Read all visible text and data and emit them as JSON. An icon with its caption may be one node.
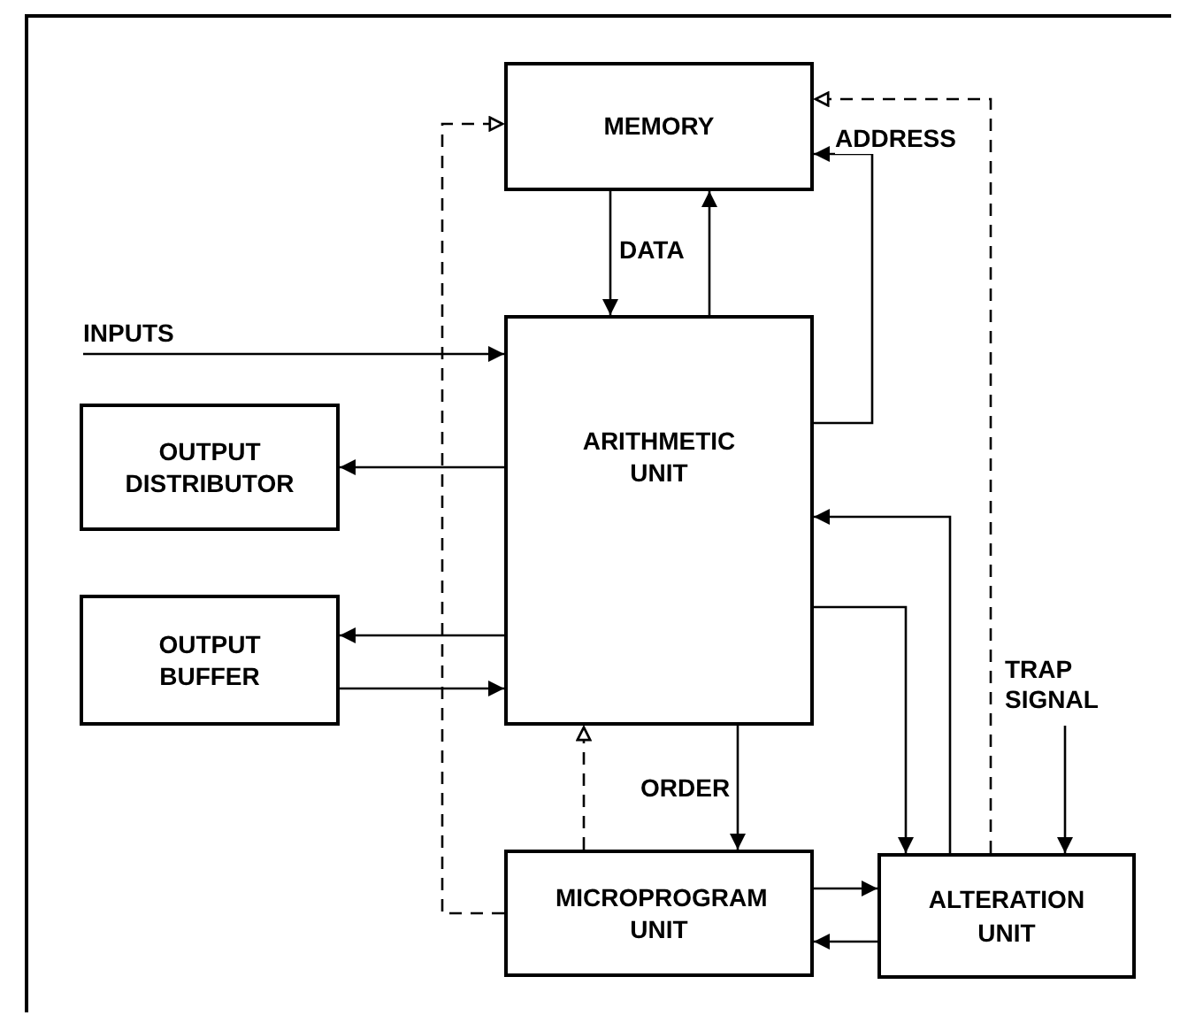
{
  "diagram": {
    "nodes": [
      {
        "text": [
          "MEMORY"
        ]
      },
      {
        "text": [
          "ARITHMETIC UNIT"
        ]
      },
      {
        "text": [
          "OUTPUT DISTRIBUTOR"
        ]
      },
      {
        "text": [
          "OUTPUT BUFFER"
        ]
      },
      {
        "text": [
          "MICROPROGRAM UNIT"
        ]
      },
      {
        "text": [
          "ALTERATION UNIT"
        ]
      }
    ],
    "edges": [
      {
        "from": 0,
        "to": 1,
        "arrow": "to",
        "label": "DATA"
      },
      {
        "from": 1,
        "to": 0,
        "arrow": "to"
      },
      {
        "from": 1,
        "to": 0,
        "arrow": "to",
        "label": "ADDRESS"
      },
      {
        "from": 5,
        "to": 0,
        "arrow": "to",
        "style": "dashed"
      },
      {
        "from": 4,
        "to": 0,
        "arrow": "to",
        "style": "dashed"
      },
      {
        "from": null,
        "to": 1,
        "arrow": "to",
        "label": "INPUTS"
      },
      {
        "from": 1,
        "to": 2,
        "arrow": "to"
      },
      {
        "from": 1,
        "to": 3,
        "arrow": "to"
      },
      {
        "from": 3,
        "to": 1,
        "arrow": "to"
      },
      {
        "from": 4,
        "to": 1,
        "arrow": "to",
        "style": "dashed"
      },
      {
        "from": 1,
        "to": 4,
        "arrow": "to",
        "label": "ORDER"
      },
      {
        "from": 1,
        "to": 5,
        "arrow": "to"
      },
      {
        "from": 5,
        "to": 1,
        "arrow": "to"
      },
      {
        "from": null,
        "to": 5,
        "arrow": "to",
        "label": "TRAP SIGNAL"
      },
      {
        "from": 4,
        "to": 5,
        "arrow": "to"
      },
      {
        "from": 5,
        "to": 4,
        "arrow": "to"
      }
    ]
  }
}
